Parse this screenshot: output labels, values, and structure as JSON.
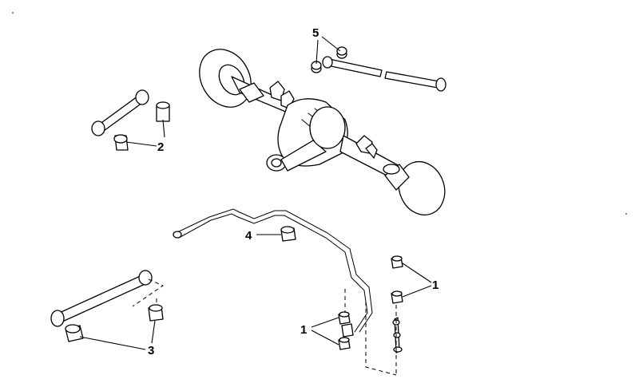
{
  "callouts": {
    "c1_upper": "1",
    "c1_lower": "1",
    "c2": "2",
    "c3": "3",
    "c4": "4",
    "c5": "5"
  }
}
